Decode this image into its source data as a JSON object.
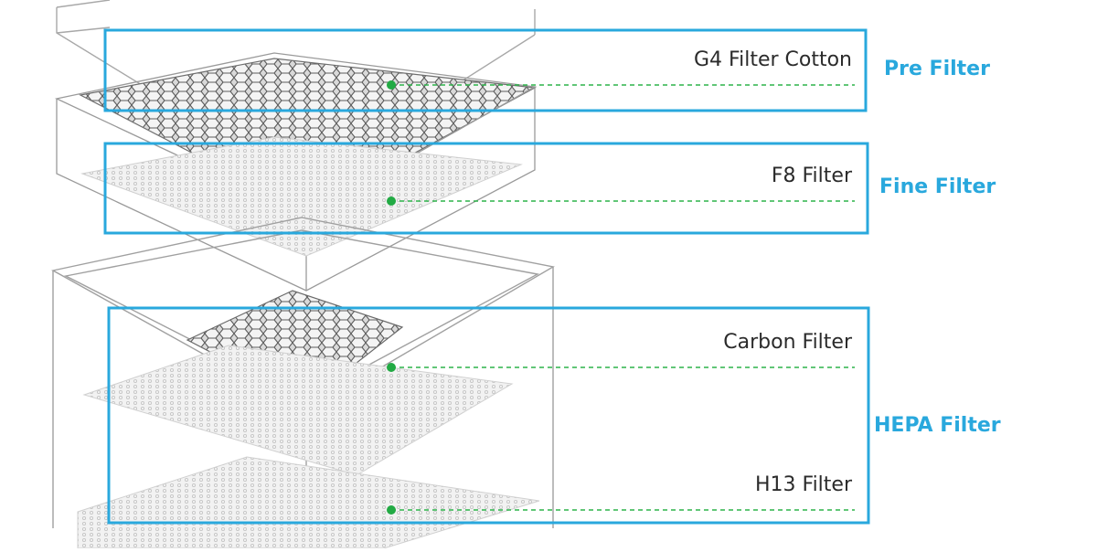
{
  "colors": {
    "frame": "#29a8dd",
    "dash": "#2db34a",
    "dot": "#22aa44",
    "stage_label": "#29a8dd",
    "filter_label": "#2b2b2b",
    "line_art": "#a9a9a9",
    "mesh": "#8a8a8a"
  },
  "filters": [
    {
      "label": "G4 Filter Cotton"
    },
    {
      "label": "F8 Filter"
    },
    {
      "label": "Carbon Filter"
    },
    {
      "label": "H13 Filter"
    }
  ],
  "stages": [
    {
      "label": "Pre Filter"
    },
    {
      "label": "Fine Filter"
    },
    {
      "label": "HEPA Filter"
    }
  ]
}
